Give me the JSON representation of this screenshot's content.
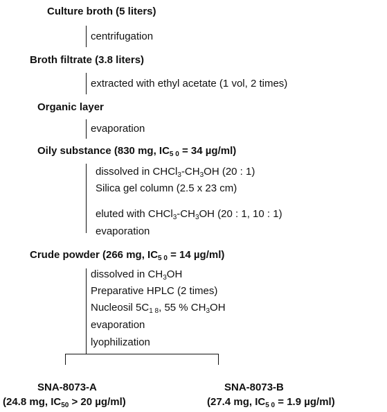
{
  "flow": {
    "step1": {
      "label": "Culture broth (5 liters)"
    },
    "op1": {
      "label": "centrifugation"
    },
    "step2": {
      "label": "Broth filtrate (3.8 liters)"
    },
    "op2": {
      "label": "extracted with ethyl acetate (1 vol, 2 times)"
    },
    "step3": {
      "label": "Organic layer"
    },
    "op3": {
      "label": "evaporation"
    },
    "step4": {
      "pre": "Oily substance (830 mg, IC",
      "sub": "5 0",
      "post": " = 34 µg/ml)"
    },
    "op4": {
      "l1_pre": "dissolved in CHCl",
      "l1_sub1": "3",
      "l1_mid": "-CH",
      "l1_sub2": "3",
      "l1_post": "OH (20 : 1)",
      "l2": "Silica gel column (2.5 x 23 cm)",
      "l3_pre": "eluted with CHCl",
      "l3_sub1": "3",
      "l3_mid": "-CH",
      "l3_sub2": "3",
      "l3_post": "OH (20 : 1, 10 : 1)",
      "l4": "evaporation"
    },
    "step5": {
      "pre": "Crude powder (266 mg, IC",
      "sub": "5 0",
      "post": " = 14 µg/ml)"
    },
    "op5": {
      "l1_pre": "dissolved in CH",
      "l1_sub": "3",
      "l1_post": "OH",
      "l2": "Preparative HPLC (2 times)",
      "l3_pre": "Nucleosil 5C",
      "l3_sub1": "1 8",
      "l3_mid": ", 55 % CH",
      "l3_sub2": "3",
      "l3_post": "OH",
      "l4": "evaporation",
      "l5": "lyophilization"
    },
    "productA": {
      "name": "SNA-8073-A",
      "pre": "(24.8 mg, IC",
      "sub": "50",
      "post": " > 20 µg/ml)"
    },
    "productB": {
      "name": "SNA-8073-B",
      "pre": "(27.4 mg, IC",
      "sub": "5 0",
      "post": " = 1.9 µg/ml)"
    }
  }
}
